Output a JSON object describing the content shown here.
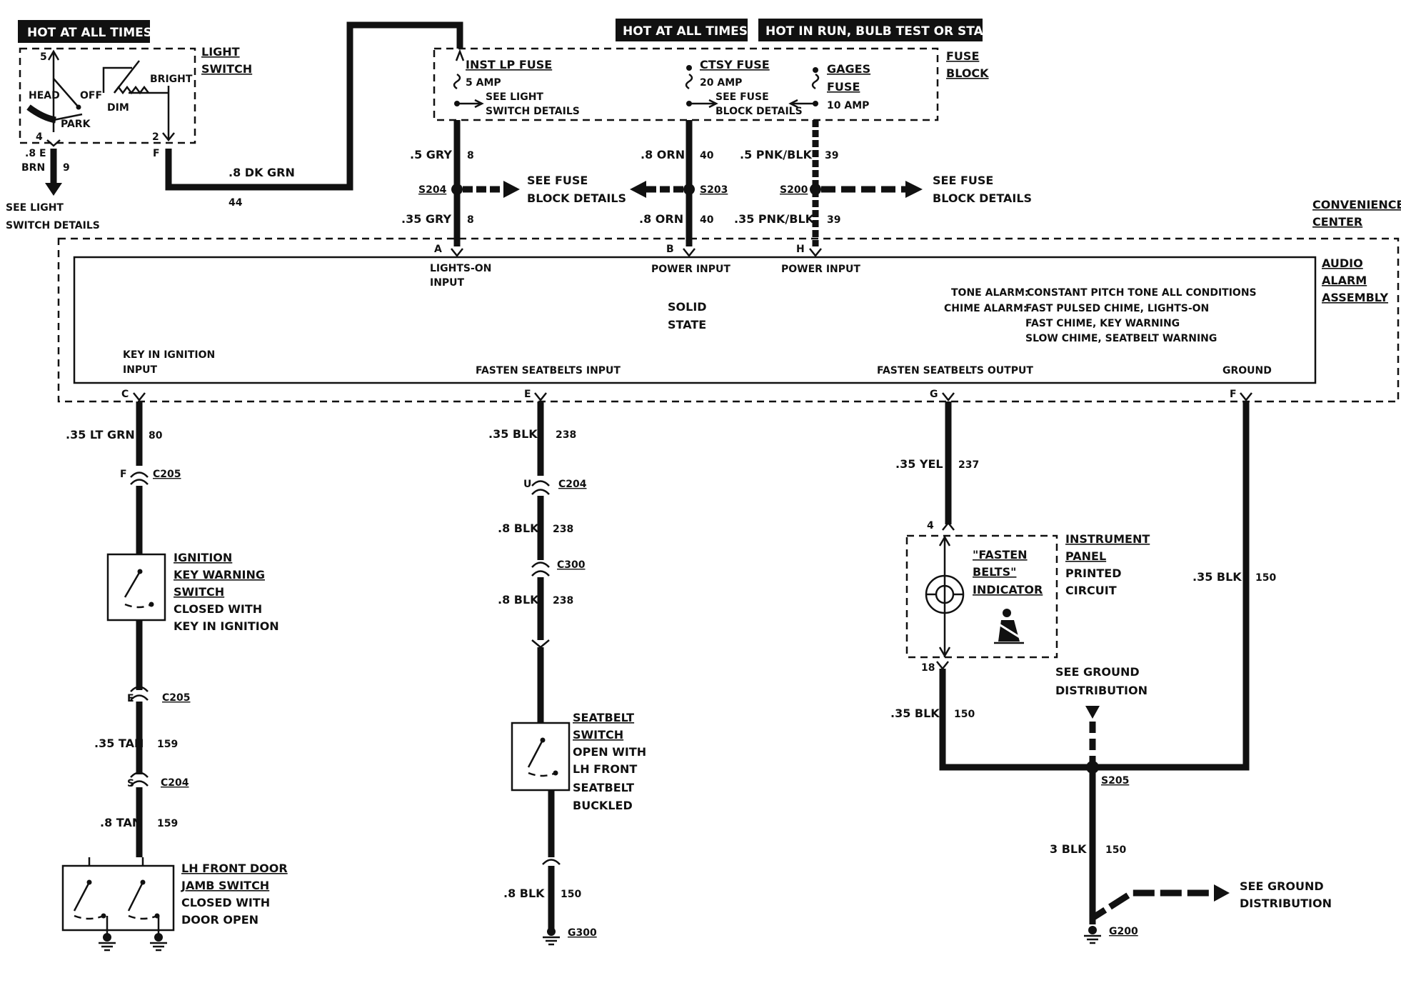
{
  "headers": {
    "hot_always_left": "HOT AT ALL TIMES",
    "hot_always_mid": "HOT AT ALL TIMES",
    "hot_run": "HOT IN RUN, BULB TEST OR START"
  },
  "light_switch": {
    "title1": "LIGHT",
    "title2": "SWITCH",
    "pin5": "5",
    "head": "HEAD",
    "off": "OFF",
    "park": "PARK",
    "dim": "DIM",
    "bright": "BRIGHT",
    "pin4": "4",
    "pin2": "2",
    "pinE": "E",
    "pinF": "F",
    "wire_e_gauge": ".8",
    "wire_e_color": "BRN",
    "wire_e_circuit": "9",
    "see1": "SEE LIGHT",
    "see2": "SWITCH DETAILS",
    "wire_f": ".8 DK GRN",
    "wire_f_circuit": "44"
  },
  "fuse_block": {
    "title1": "FUSE",
    "title2": "BLOCK",
    "inst1": "INST LP FUSE",
    "inst2": "5 AMP",
    "inst3": "SEE LIGHT",
    "inst4": "SWITCH DETAILS",
    "ctsy1": "CTSY FUSE",
    "ctsy2": "20 AMP",
    "ctsy3": "SEE FUSE",
    "ctsy4": "BLOCK DETAILS",
    "gages1": "GAGES",
    "gages2": "FUSE",
    "gages3": "10 AMP"
  },
  "upper_wires": {
    "a_top": ".5 GRY",
    "a_top_c": "8",
    "a_bot": ".35 GRY",
    "a_bot_c": "8",
    "s204": "S204",
    "b_top": ".8 ORN",
    "b_top_c": "40",
    "b_bot": ".8 ORN",
    "b_bot_c": "40",
    "s203": "S203",
    "h_top": ".5 PNK/BLK",
    "h_top_c": "39",
    "h_bot": ".35 PNK/BLK",
    "h_bot_c": "39",
    "s200": "S200",
    "see_fuse1a": "SEE FUSE",
    "see_fuse1b": "BLOCK DETAILS",
    "see_fuse2a": "SEE FUSE",
    "see_fuse2b": "BLOCK DETAILS"
  },
  "convenience": {
    "title1": "CONVENIENCE",
    "title2": "CENTER",
    "audio1": "AUDIO",
    "audio2": "ALARM",
    "audio3": "ASSEMBLY",
    "pinA": "A",
    "pinB": "B",
    "pinH": "H",
    "lights1": "LIGHTS-ON",
    "lights2": "INPUT",
    "power_b": "POWER INPUT",
    "power_h": "POWER INPUT",
    "solid1": "SOLID",
    "solid2": "STATE",
    "tone_label": "TONE ALARM:",
    "tone_val": "CONSTANT PITCH TONE ALL CONDITIONS",
    "chime_label": "CHIME ALARM:",
    "chime1": "FAST PULSED CHIME, LIGHTS-ON",
    "chime2": "FAST CHIME, KEY WARNING",
    "chime3": "SLOW CHIME, SEATBELT WARNING",
    "key1": "KEY IN IGNITION",
    "key2": "INPUT",
    "fasten_in": "FASTEN SEATBELTS INPUT",
    "fasten_out": "FASTEN SEATBELTS OUTPUT",
    "ground": "GROUND",
    "pinC": "C",
    "pinE": "E",
    "pinG": "G",
    "pinF": "F"
  },
  "circuit_c": {
    "w1": ".35 LT GRN",
    "w1c": "80",
    "c205a_pin": "F",
    "c205a": "C205",
    "ign1": "IGNITION",
    "ign2": "KEY WARNING",
    "ign3": "SWITCH",
    "ign4": "CLOSED WITH",
    "ign5": "KEY IN IGNITION",
    "c205b_pin": "E",
    "c205b": "C205",
    "w2": ".35 TAN",
    "w2c": "159",
    "c204_pin": "S",
    "c204": "C204",
    "w3": ".8 TAN",
    "w3c": "159",
    "door1": "LH FRONT DOOR",
    "door2": "JAMB SWITCH",
    "door3": "CLOSED WITH",
    "door4": "DOOR OPEN"
  },
  "circuit_e": {
    "w1": ".35 BLK",
    "w1c": "238",
    "c204_pin": "U",
    "c204": "C204",
    "w2": ".8 BLK",
    "w2c": "238",
    "c300": "C300",
    "w3": ".8 BLK",
    "w3c": "238",
    "sb1": "SEATBELT",
    "sb2": "SWITCH",
    "sb3": "OPEN WITH",
    "sb4": "LH FRONT",
    "sb5": "SEATBELT",
    "sb6": "BUCKLED",
    "w4": ".8 BLK",
    "w4c": "150",
    "g300": "G300"
  },
  "circuit_g": {
    "w1": ".35 YEL",
    "w1c": "237",
    "pin4": "4",
    "pin18": "18",
    "ind1": "\"FASTEN",
    "ind2": "BELTS\"",
    "ind3": "INDICATOR",
    "ipc1": "INSTRUMENT",
    "ipc2": "PANEL",
    "ipc3": "PRINTED",
    "ipc4": "CIRCUIT",
    "w2": ".35 BLK",
    "w2c": "150",
    "see_g1": "SEE GROUND",
    "see_g2": "DISTRIBUTION"
  },
  "circuit_f": {
    "w1": ".35 BLK",
    "w1c": "150",
    "s205": "S205",
    "w2": "3 BLK",
    "w2c": "150",
    "g200": "G200",
    "see_g1": "SEE GROUND",
    "see_g2": "DISTRIBUTION"
  }
}
